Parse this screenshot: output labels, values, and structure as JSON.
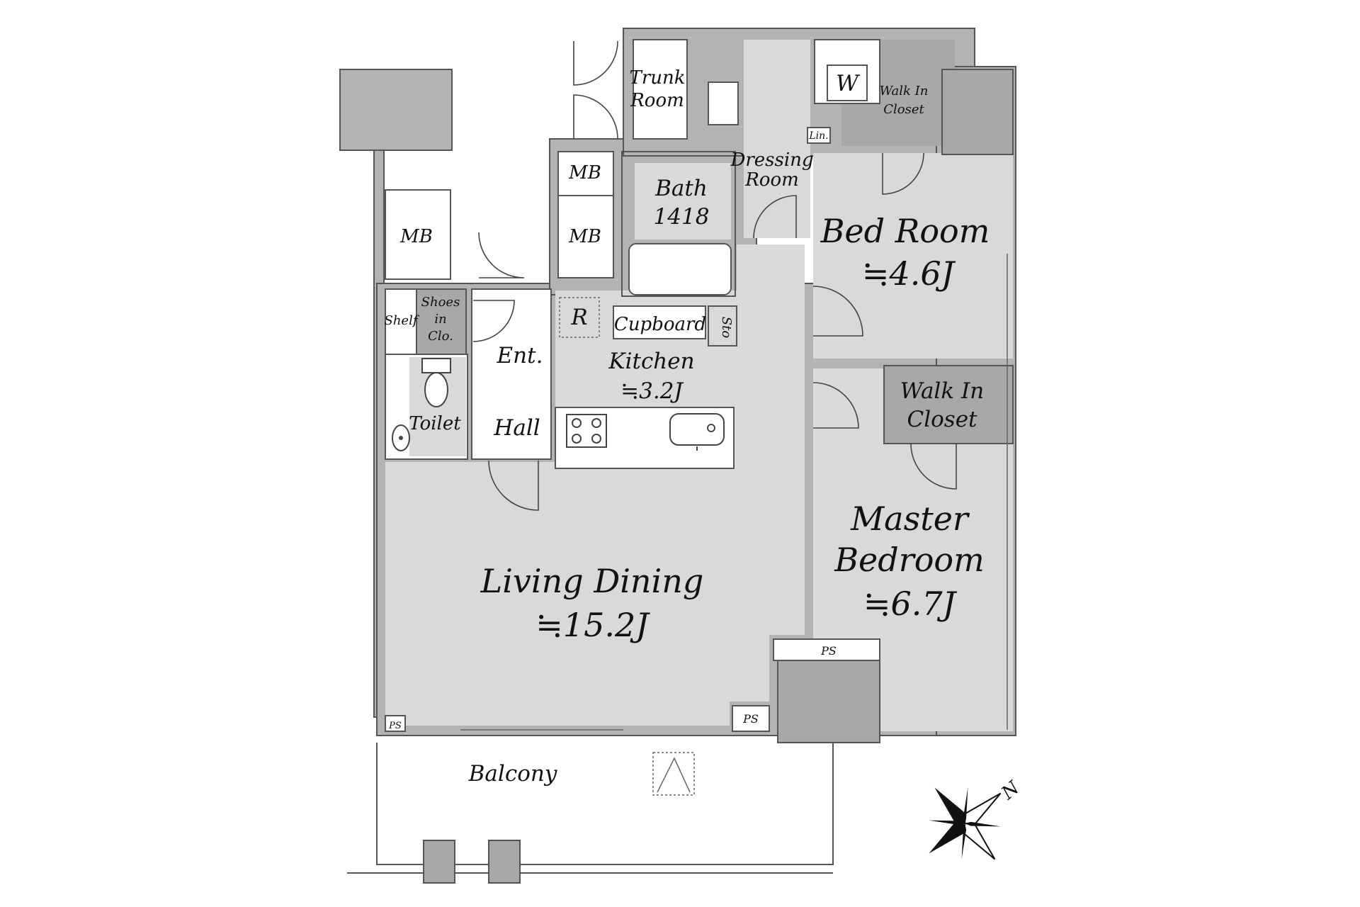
{
  "rooms": {
    "living": {
      "name": "Living Dining",
      "area": "≒15.2J"
    },
    "kitchen": {
      "name": "Kitchen",
      "area": "≒3.2J"
    },
    "bedroom": {
      "name": "Bed Room",
      "area": "≒4.6J"
    },
    "master": {
      "name_line1": "Master",
      "name_line2": "Bedroom",
      "area": "≒6.7J"
    },
    "walkin": {
      "line1": "Walk In",
      "line2": "Closet"
    },
    "walkin_small": {
      "line1": "Walk In",
      "line2": "Closet"
    },
    "bath": {
      "line1": "Bath",
      "line2": "1418"
    },
    "dressing": {
      "line1": "Dressing",
      "line2": "Room"
    },
    "trunk": {
      "line1": "Trunk",
      "line2": "Room"
    },
    "toilet": "Toilet",
    "ent": "Ent.",
    "hall": "Hall",
    "cupboard": "Cupboard",
    "sto": "Sto",
    "fridge": "R",
    "balcony": "Balcony",
    "shelf": "Shelf",
    "shoes": {
      "line1": "Shoes",
      "line2": "in",
      "line3": "Clo."
    },
    "lin": "Lin.",
    "washer": "W",
    "mb1": "MB",
    "mb2": "MB",
    "mb3": "MB",
    "ps1": "PS",
    "ps2": "PS",
    "ps3": "PS"
  },
  "compass": {
    "north": "N"
  }
}
